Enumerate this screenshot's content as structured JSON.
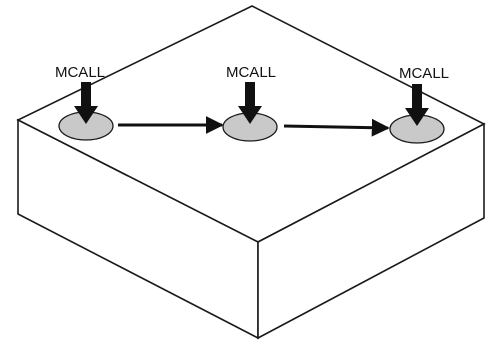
{
  "diagram": {
    "labels": {
      "hole_1": "MCALL",
      "hole_2": "MCALL",
      "hole_3": "MCALL"
    },
    "colors": {
      "outline": "#1a1a1a",
      "top_face": "#ffffff",
      "left_face": "#ffffff",
      "right_face": "#ffffff",
      "hole_fill": "#c9c9c9",
      "arrow": "#111111"
    }
  }
}
